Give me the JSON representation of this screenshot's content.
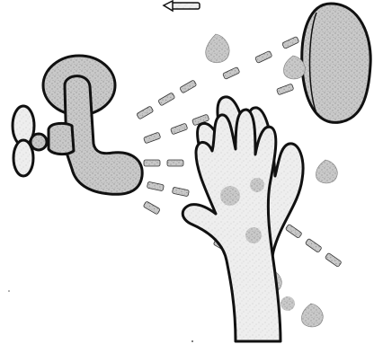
{
  "illustration": {
    "subject": "hand-washing",
    "elements": [
      "faucet-icon",
      "hands-icon",
      "hand-dryer-icon",
      "airflow-dashes",
      "water-droplets",
      "arrow-icon"
    ]
  },
  "palette": {
    "outline": "#111111",
    "fill_gray": "#c9c9c9",
    "fill_light": "#e6e6e6",
    "dash_gray": "#bdbdbd",
    "background": "#ffffff"
  }
}
